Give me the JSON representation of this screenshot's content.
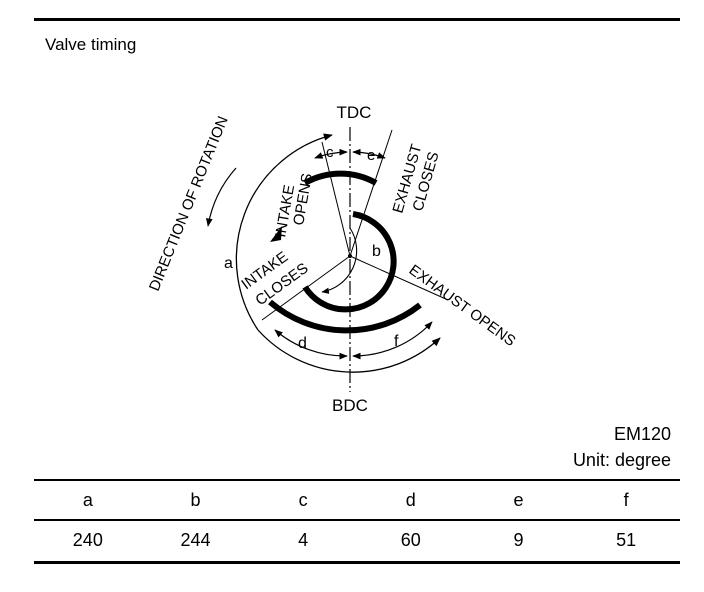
{
  "title": "Valve timing",
  "diagram": {
    "labels": {
      "tdc": "TDC",
      "bdc": "BDC",
      "rotation": "DIRECTION OF ROTATION",
      "intake_opens": [
        "INTAKE",
        "OPENS"
      ],
      "intake_closes": [
        "INTAKE",
        "CLOSES"
      ],
      "exhaust_closes": [
        "EXHAUST",
        "CLOSES"
      ],
      "exhaust_opens": "EXHAUST OPENS",
      "a": "a",
      "b": "b",
      "c": "c",
      "d": "d",
      "e": "e",
      "f": "f"
    }
  },
  "figure_code": "EM120",
  "unit": "Unit: degree",
  "table": {
    "columns": [
      "a",
      "b",
      "c",
      "d",
      "e",
      "f"
    ],
    "values": [
      "240",
      "244",
      "4",
      "60",
      "9",
      "51"
    ]
  }
}
